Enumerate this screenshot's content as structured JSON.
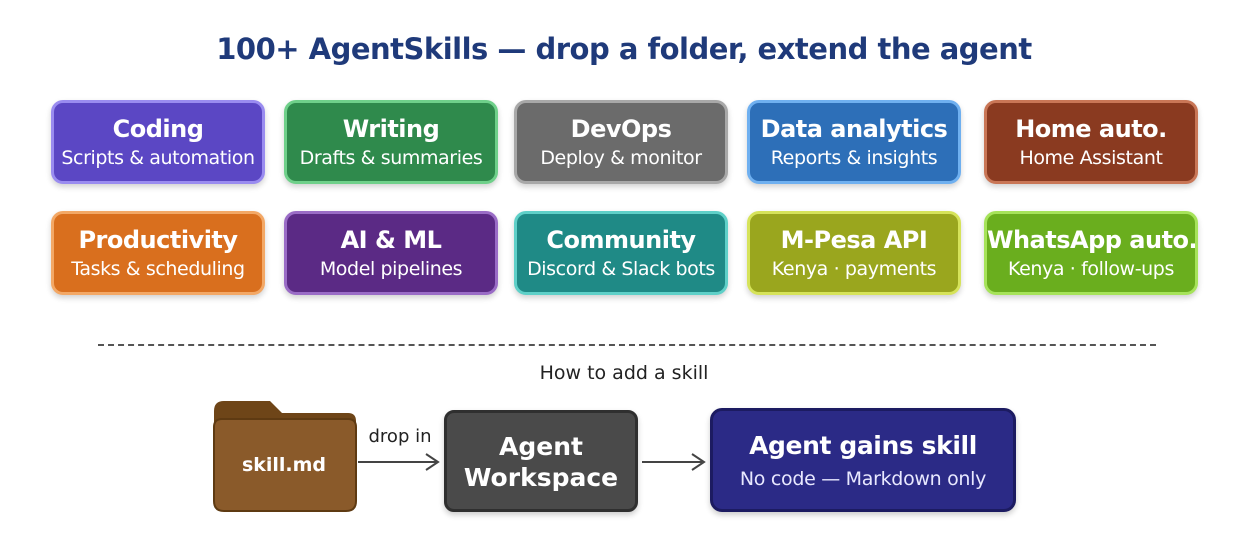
{
  "title": "100+ AgentSkills — drop a folder, extend the agent",
  "skills": [
    {
      "title": "Coding",
      "subtitle": "Scripts & automation",
      "color": "#5b47c4",
      "border": "#9a8cf0"
    },
    {
      "title": "Writing",
      "subtitle": "Drafts & summaries",
      "color": "#2f8a4c",
      "border": "#6fd08a"
    },
    {
      "title": "DevOps",
      "subtitle": "Deploy & monitor",
      "color": "#6b6b6b",
      "border": "#a8a8a8"
    },
    {
      "title": "Data analytics",
      "subtitle": "Reports & insights",
      "color": "#2d6fb8",
      "border": "#6fb0f0"
    },
    {
      "title": "Home auto.",
      "subtitle": "Home Assistant",
      "color": "#8a3a20",
      "border": "#c97656"
    },
    {
      "title": "Productivity",
      "subtitle": "Tasks & scheduling",
      "color": "#d96f1e",
      "border": "#f3a866"
    },
    {
      "title": "AI & ML",
      "subtitle": "Model pipelines",
      "color": "#5b2a85",
      "border": "#9a6cc6"
    },
    {
      "title": "Community",
      "subtitle": "Discord & Slack bots",
      "color": "#1f8a86",
      "border": "#5fd0c8"
    },
    {
      "title": "M-Pesa API",
      "subtitle": "Kenya · payments",
      "color": "#9aa61e",
      "border": "#d6e35a"
    },
    {
      "title": "WhatsApp auto.",
      "subtitle": "Kenya · follow-ups",
      "color": "#6aae1e",
      "border": "#a6e35a"
    }
  ],
  "how_to": {
    "heading": "How to add a skill",
    "folder_label": "skill.md",
    "folder_color": "#8a5a2a",
    "drop_label": "drop in",
    "workspace_line1": "Agent",
    "workspace_line2": "Workspace",
    "result_title": "Agent gains skill",
    "result_subtitle": "No code — Markdown only"
  }
}
